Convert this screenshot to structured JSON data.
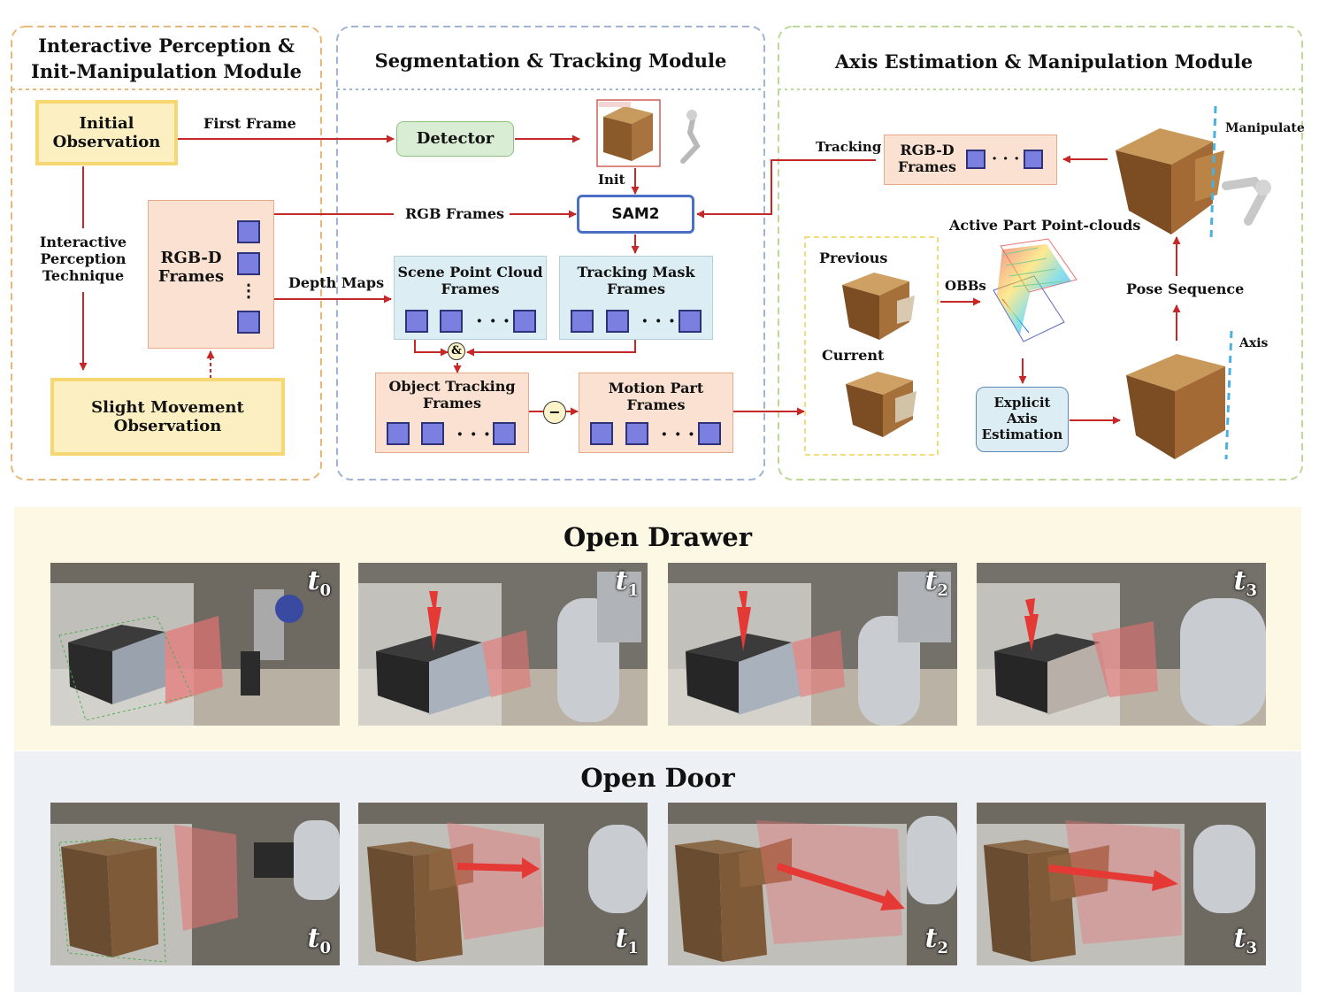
{
  "modules": {
    "perception": {
      "title_line1": "Interactive Perception &",
      "title_line2": "Init-Manipulation Module"
    },
    "segmentation": {
      "title": "Segmentation & Tracking Module"
    },
    "axis": {
      "title": "Axis Estimation & Manipulation Module"
    }
  },
  "perception": {
    "initial_observation": "Initial\nObservation",
    "first_frame": "First Frame",
    "technique": "Interactive\nPerception\nTechnique",
    "rgbd_frames": "RGB-D\nFrames",
    "vdots": "⋮",
    "depth_maps": "Depth Maps",
    "slight_movement": "Slight Movement\nObservation"
  },
  "segmentation": {
    "detector": "Detector",
    "init": "Init",
    "rgb_frames": "RGB Frames",
    "sam2": "SAM2",
    "scene_point_cloud": "Scene Point Cloud\nFrames",
    "tracking_mask": "Tracking Mask\nFrames",
    "and_symbol": "&",
    "object_tracking": "Object Tracking\nFrames",
    "minus_symbol": "−",
    "motion_part": "Motion Part\nFrames",
    "ellipsis": "· · ·"
  },
  "axis": {
    "tracking": "Tracking",
    "rgbd_frames": "RGB-D\nFrames",
    "manipulate": "Manipulate",
    "active_part": "Active Part Point-clouds",
    "previous": "Previous",
    "current": "Current",
    "obbs": "OBBs",
    "explicit_axis": "Explicit\nAxis\nEstimation",
    "pose_sequence": "Pose Sequence",
    "axis_label": "Axis"
  },
  "results": {
    "drawer_title": "Open Drawer",
    "door_title": "Open Door",
    "t_labels": [
      "t",
      "t",
      "t",
      "t"
    ],
    "t_subs": [
      "0",
      "1",
      "2",
      "3"
    ]
  },
  "colors": {
    "arrow": "#c62828",
    "perception_border": "#e6b97a",
    "segmentation_border": "#9fb4d6",
    "axis_border": "#bcd99a",
    "square_fill": "#7b7fe0",
    "drawer_band": "#fdf8e4",
    "door_band": "#edf1f6"
  }
}
